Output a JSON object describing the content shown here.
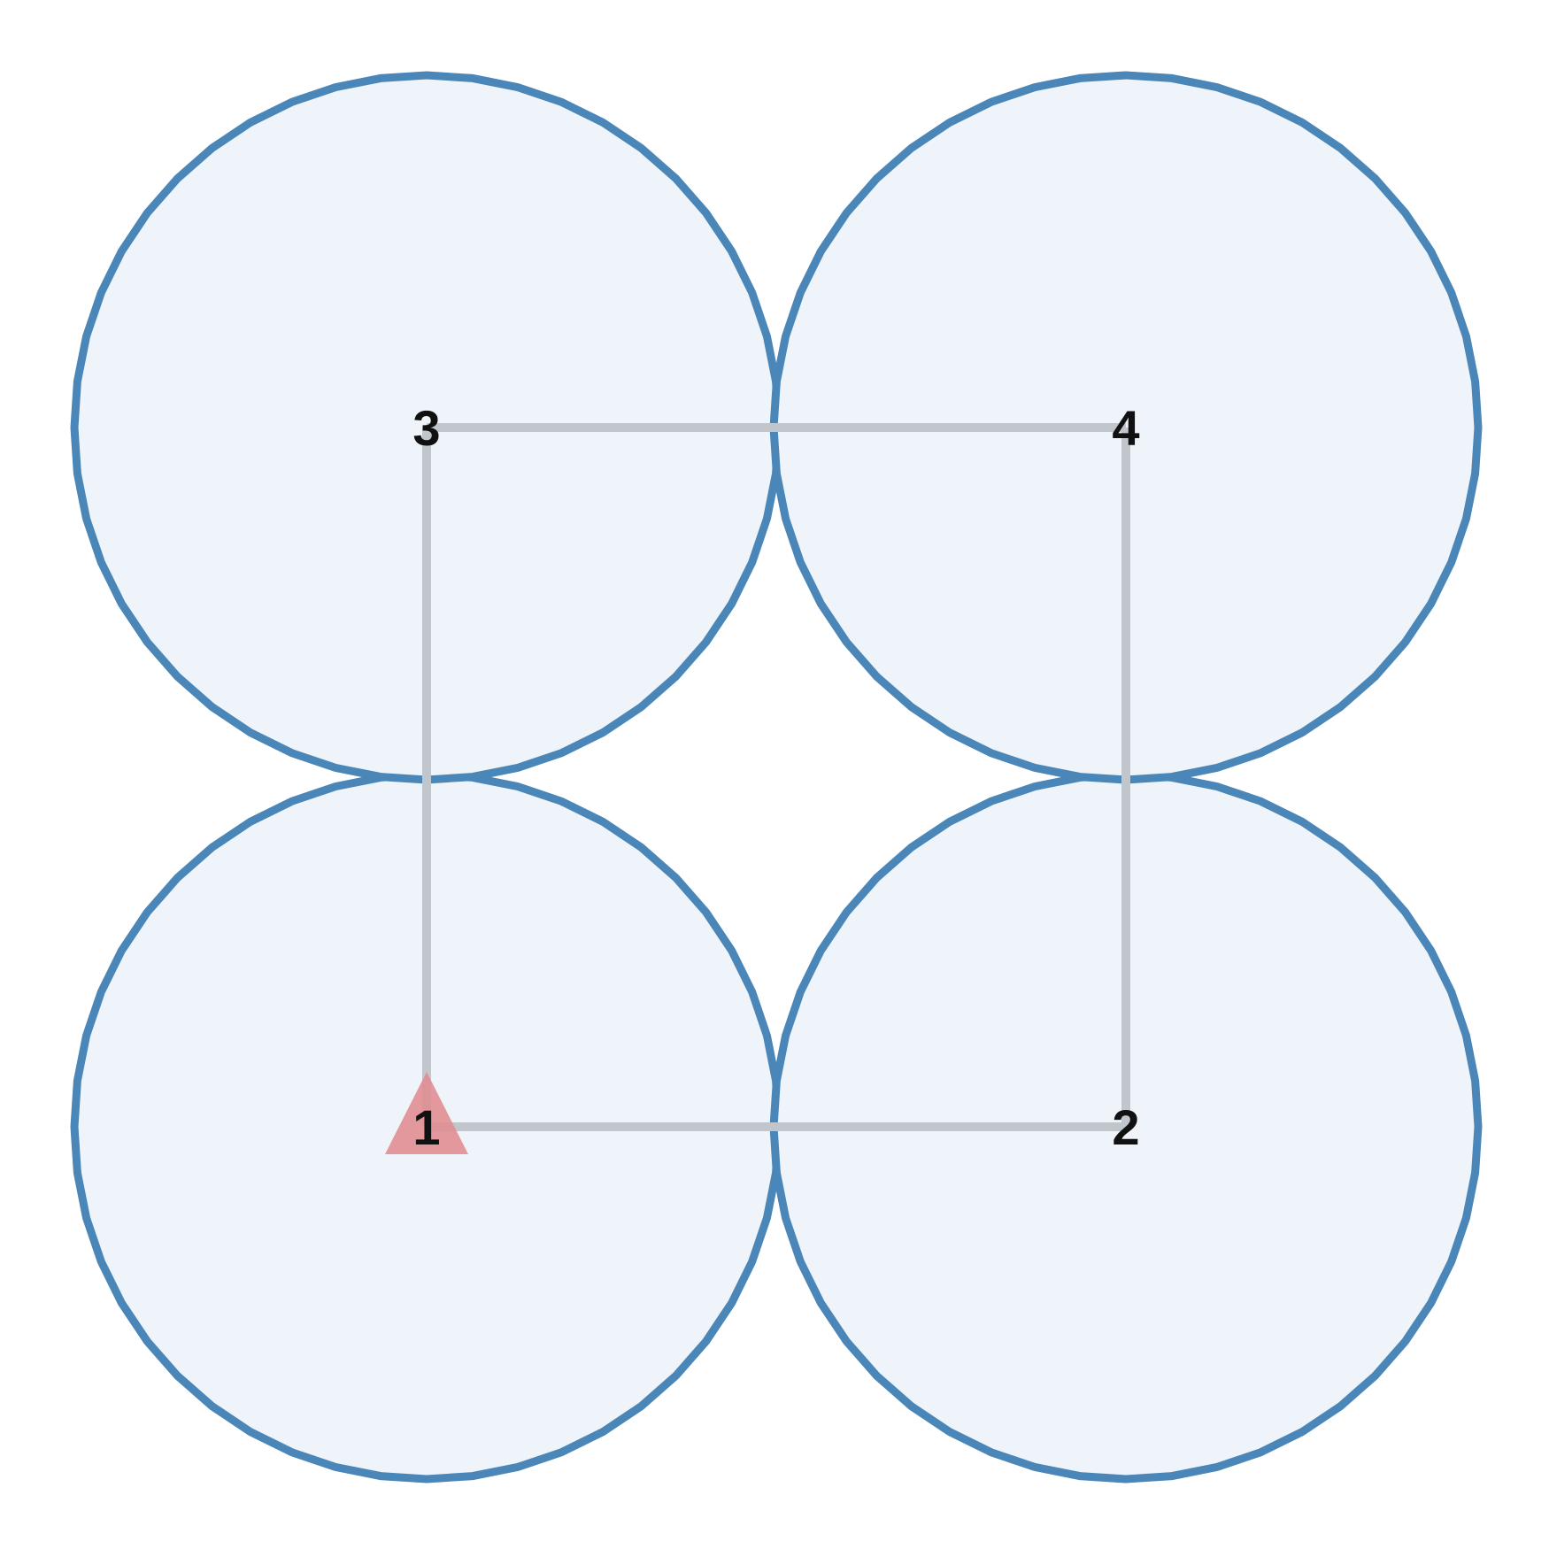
{
  "diagram": {
    "nodes": [
      {
        "id": "1",
        "label": "1",
        "marked": true
      },
      {
        "id": "2",
        "label": "2",
        "marked": false
      },
      {
        "id": "3",
        "label": "3",
        "marked": false
      },
      {
        "id": "4",
        "label": "4",
        "marked": false
      }
    ],
    "edges": [
      {
        "from": "1",
        "to": "2"
      },
      {
        "from": "2",
        "to": "4"
      },
      {
        "from": "4",
        "to": "3"
      },
      {
        "from": "3",
        "to": "1"
      }
    ],
    "colors": {
      "circle_fill": "#eef4f9",
      "circle_stroke": "#4a86b8",
      "edge": "#c0c6cb",
      "marker": "#e08e92",
      "label": "#111111"
    },
    "icons": {
      "marker": "triangle-icon"
    }
  }
}
